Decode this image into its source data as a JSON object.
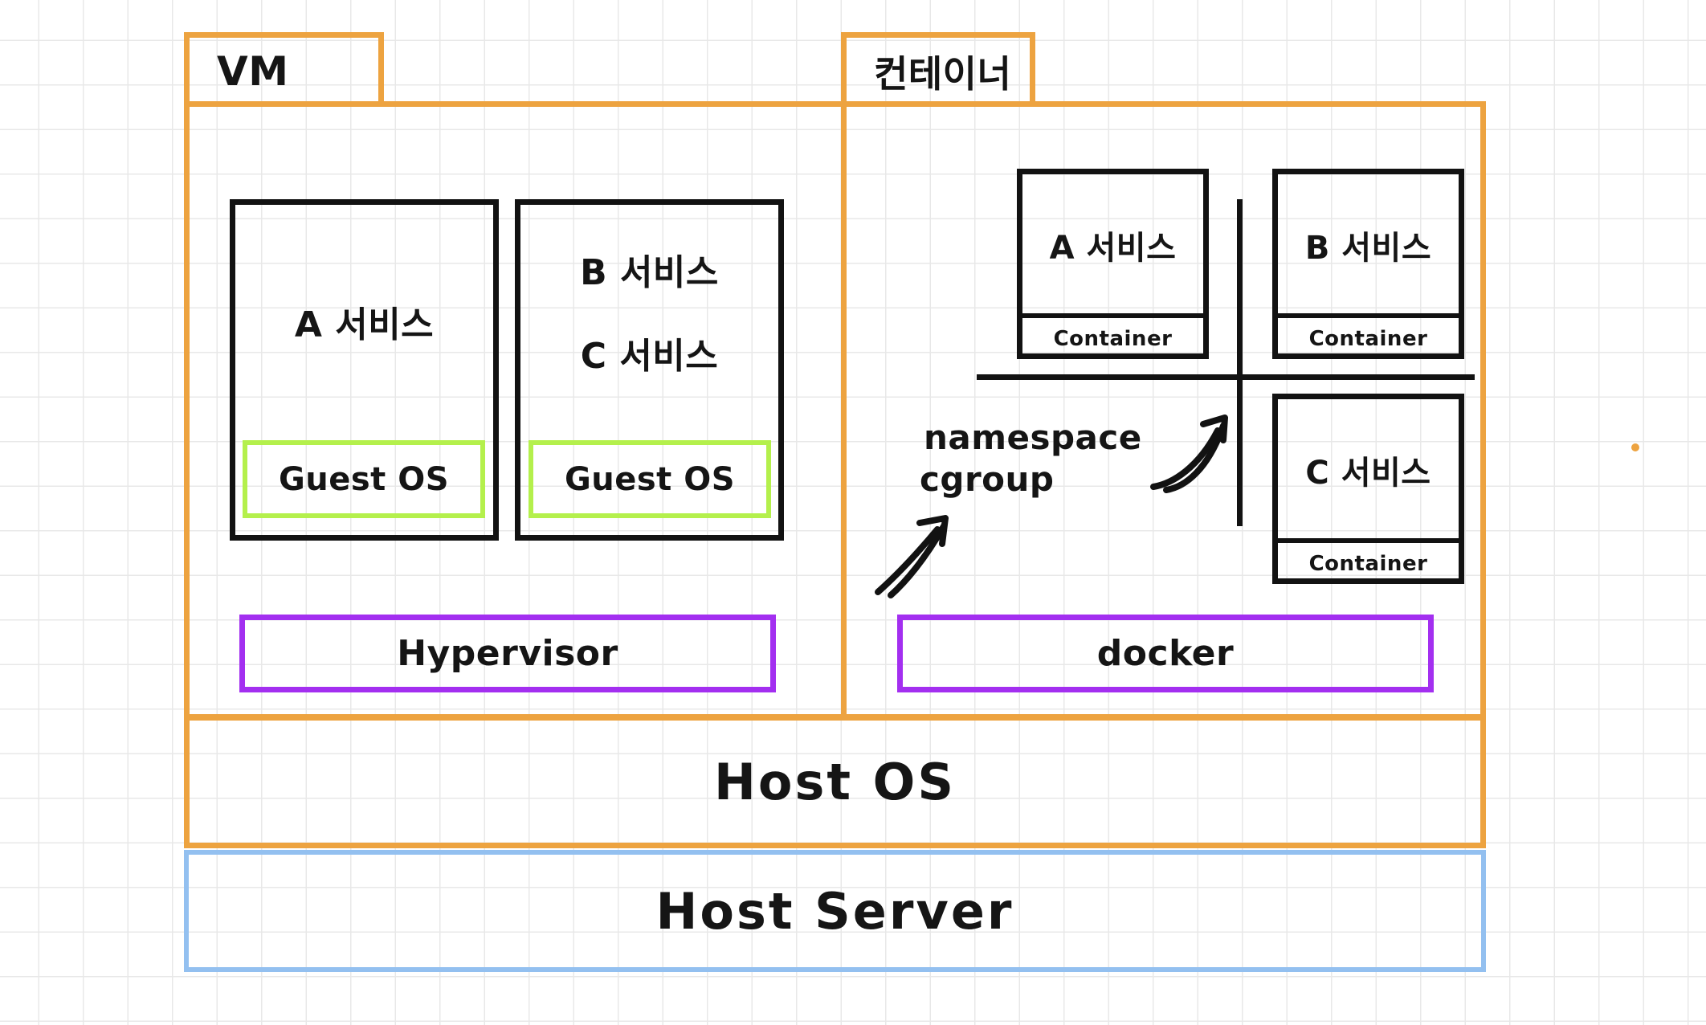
{
  "diagram": {
    "title_vm": "VM",
    "title_container": "컨테이너",
    "vm": {
      "guests": [
        {
          "services": [
            "A 서비스"
          ],
          "os_label": "Guest OS"
        },
        {
          "services": [
            "B 서비스",
            "C 서비스"
          ],
          "os_label": "Guest OS"
        }
      ],
      "platform_label": "Hypervisor"
    },
    "container": {
      "boxes": [
        {
          "service": "A 서비스",
          "sub_label": "Container"
        },
        {
          "service": "B 서비스",
          "sub_label": "Container"
        },
        {
          "service": "C 서비스",
          "sub_label": "Container"
        }
      ],
      "annotations": [
        "namespace",
        "cgroup"
      ],
      "platform_label": "docker"
    },
    "host_os_label": "Host OS",
    "host_server_label": "Host Server",
    "colors": {
      "frame_orange": "#eda340",
      "frame_blue": "#93c0f0",
      "guest_os_green": "#b4f04c",
      "platform_purple": "#a32ff0",
      "ink_black": "#121212",
      "grid_gray": "#e8e8e8"
    }
  }
}
